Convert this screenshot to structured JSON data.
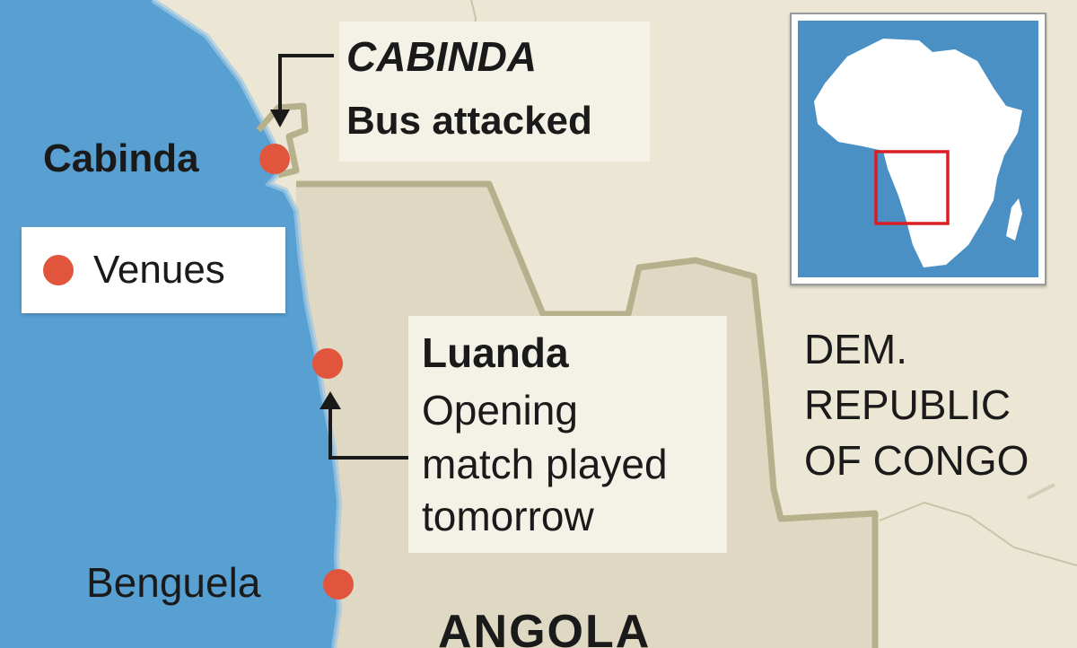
{
  "colors": {
    "sea": "#58a0d2",
    "land": "#ece7d4",
    "angola_land": "#dfd8c2",
    "border": "#b6b08c",
    "venue": "#e2553d",
    "inset_box": "#d91e26",
    "text": "#1a1a1a"
  },
  "callouts": {
    "cabinda": {
      "title": "CABINDA",
      "text": "Bus attacked"
    },
    "luanda": {
      "title": "Luanda",
      "lines": [
        "Opening",
        "match played",
        "tomorrow"
      ]
    }
  },
  "cities": {
    "cabinda": "Cabinda",
    "benguela": "Benguela"
  },
  "legend": {
    "venues": "Venues",
    "icon": "venue-dot-icon"
  },
  "countries": {
    "drc": [
      "DEM.",
      "REPUBLIC",
      "OF CONGO"
    ],
    "angola": "ANGOLA"
  },
  "inset": {
    "description_icon": "africa-locator-icon"
  }
}
